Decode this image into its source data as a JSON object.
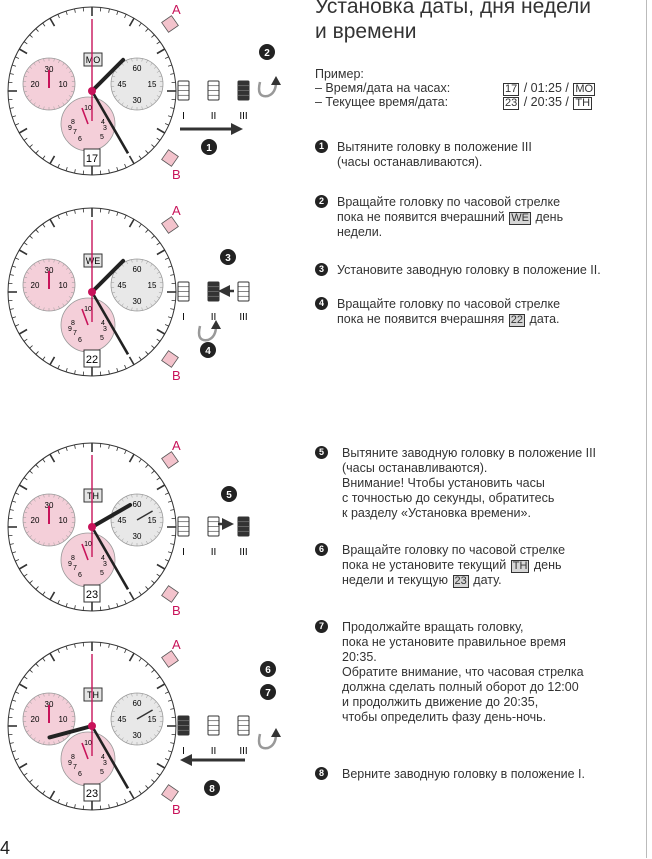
{
  "title": {
    "line1": "Установка даты, дня недели",
    "line2": "и времени"
  },
  "example": {
    "heading": "Пример:",
    "row1_label": "– Время/дата на часах:",
    "row1_date": "17",
    "row1_time": " / 01:25 / ",
    "row1_day": "MO",
    "row2_label": "– Текущее время/дата:",
    "row2_date": "23",
    "row2_time": " / 20:35 / ",
    "row2_day": "TH"
  },
  "steps": {
    "s1": {
      "num": "1",
      "text": "Вытяните головку в положение III",
      "text2": "(часы останавливаются)."
    },
    "s2": {
      "num": "2",
      "text_a": "Вращайте головку по часовой стрелке",
      "text_b": "пока не появится вчерашний ",
      "badge": "WE",
      "text_c": " день",
      "text_d": "недели."
    },
    "s3": {
      "num": "3",
      "text": "Установите заводную головку в положение II."
    },
    "s4": {
      "num": "4",
      "text_a": "Вращайте головку по часовой стрелке",
      "text_b": "пока не появится вчерашняя ",
      "badge": "22",
      "text_c": " дата."
    },
    "s5": {
      "num": "5",
      "l1": "Вытяните заводную головку в положение III",
      "l2": "(часы останавливаются).",
      "l3": "Внимание! Чтобы установить часы",
      "l4": "с точностью до секунды, обратитесь",
      "l5": "к разделу «Установка времени»."
    },
    "s6": {
      "num": "6",
      "l1": "Вращайте головку по часовой стрелке",
      "l2a": "пока не установите текущий ",
      "badge_day": "TH",
      "l2b": " день",
      "l3a": "недели и текущую ",
      "badge_date": "23",
      "l3b": " дату."
    },
    "s7": {
      "num": "7",
      "l1": "Продолжайте вращать  головку,",
      "l2": "пока не установите правильное время",
      "l3": "20:35.",
      "l4": "Обратите внимание, что часовая стрелка",
      "l5": "должна сделать полный оборот до 12:00",
      "l6": "и продолжить движение до 20:35,",
      "l7": "чтобы определить фазу день-ночь."
    },
    "s8": {
      "num": "8",
      "text": "Верните заводную головку в положение I."
    }
  },
  "diagrams": {
    "pusher_top": "A",
    "pusher_bottom": "B",
    "positions": [
      "I",
      "II",
      "III"
    ],
    "sub_left_labels": [
      "30",
      "20",
      "10"
    ],
    "sub_right_labels": [
      "60",
      "45",
      "15",
      "30"
    ],
    "sub_bottom_labels": [
      "10",
      "8",
      "4",
      "7",
      "6",
      "5",
      "3",
      "9"
    ],
    "watch1": {
      "day": "MO",
      "date": "17"
    },
    "watch2": {
      "day": "WE",
      "date": "22"
    },
    "watch3": {
      "day": "TH",
      "date": "23"
    },
    "watch4": {
      "day": "TH",
      "date": "23"
    },
    "step_markers": [
      "2",
      "1",
      "3",
      "4",
      "5",
      "6",
      "7",
      "8"
    ]
  },
  "colors": {
    "accent": "#c8135a",
    "subdial_pink": "#f4cfd9",
    "subdial_gray": "#e8e8e8",
    "pusher": "#f3c3cc"
  },
  "page_number": "4"
}
